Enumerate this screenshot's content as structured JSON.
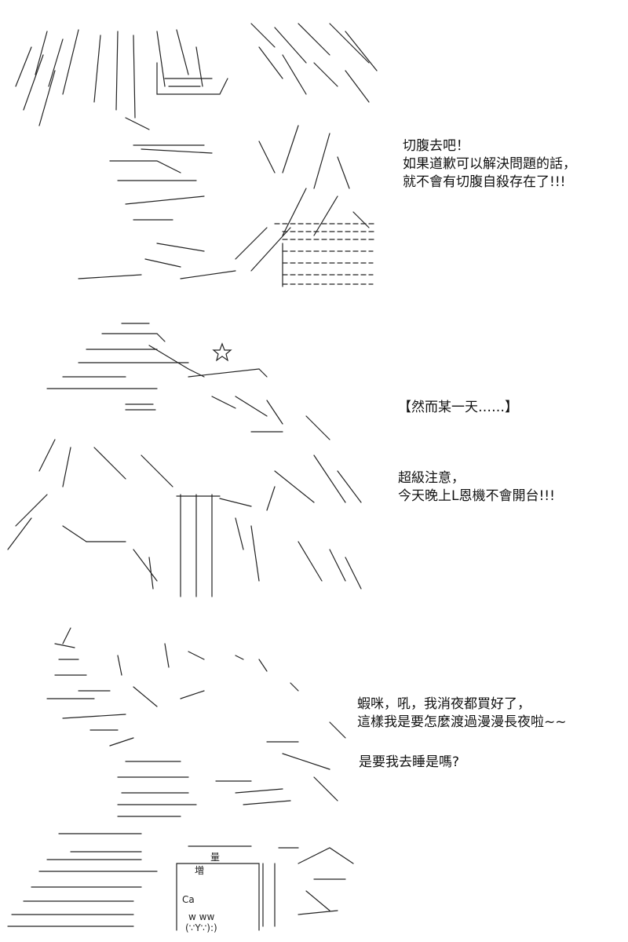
{
  "panels": [
    {
      "id": "panel-1",
      "art": "ascii-art-character-with-sword",
      "captions": [
        {
          "lines": [
            "切腹去吧！",
            "如果道歉可以解決問題的話，",
            "就不會有切腹自殺存在了!!!"
          ]
        }
      ]
    },
    {
      "id": "panel-2",
      "art": "ascii-art-character-holding-phone",
      "captions": [
        {
          "lines": [
            "【然而某一天……】"
          ]
        },
        {
          "lines": [
            "超級注意，",
            "今天晚上L恩機不會開台!!!"
          ]
        }
      ]
    },
    {
      "id": "panel-3",
      "art": "ascii-art-character-with-snacks",
      "captions": [
        {
          "lines": [
            "蝦咪，吼，我消夜都買好了，",
            "這樣我是要怎麼渡過漫漫長夜啦~~"
          ]
        },
        {
          "lines": [
            "是要我去睡是嗎?"
          ]
        }
      ],
      "art_labels": [
        "量",
        "増",
        "Ca",
        "w  ww",
        "(∵Y∵):)"
      ]
    }
  ]
}
